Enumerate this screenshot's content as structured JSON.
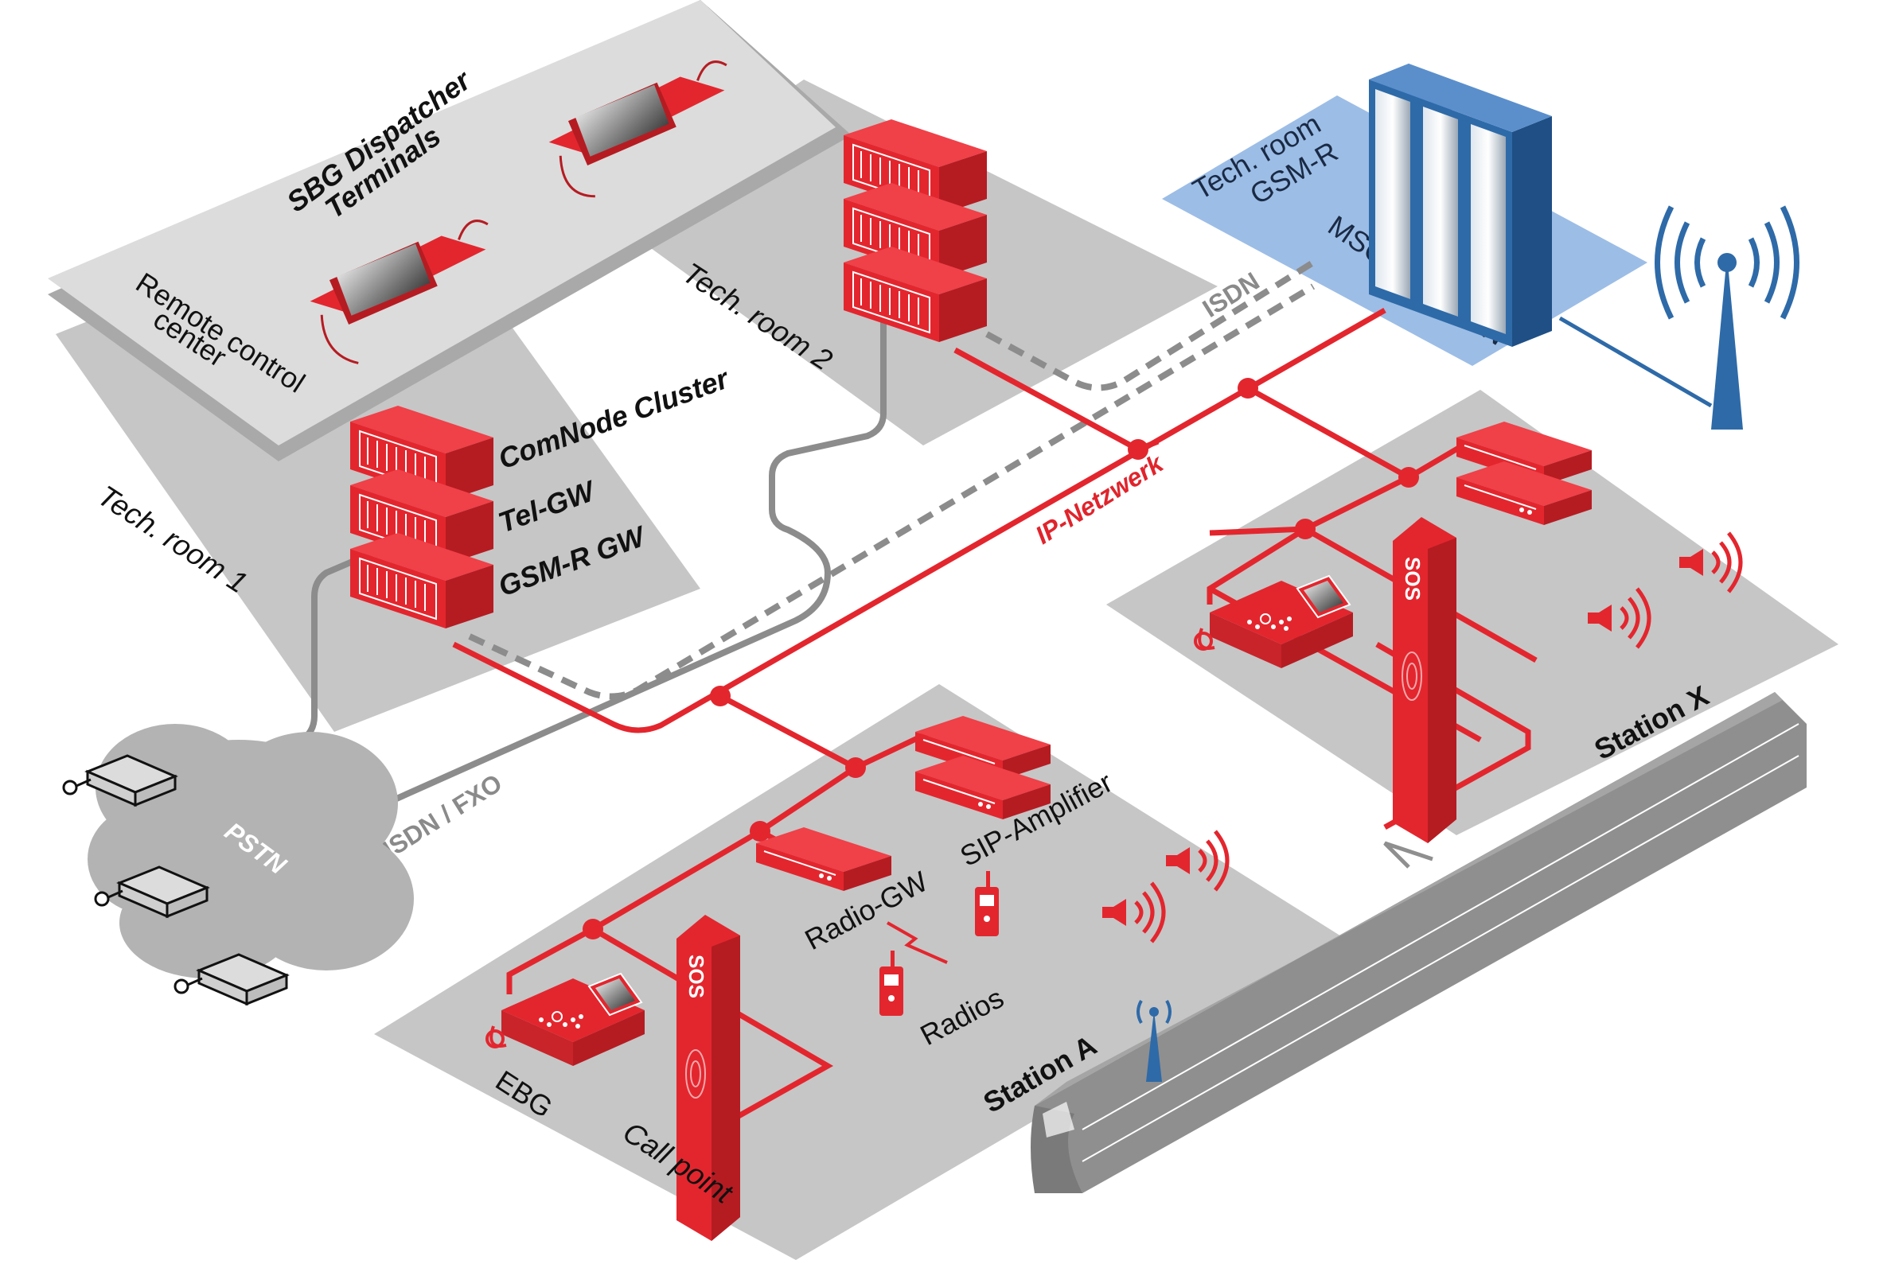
{
  "areas": {
    "remote_center": "Remote control\ncenter",
    "dispatcher": "SBG Dispatcher\nTerminals",
    "tech_room_1": "Tech. room 1",
    "tech_room_2": "Tech. room 2",
    "tech_room_gsmr": "Tech. room\nGSM-R",
    "msc": "MSC, SMSC, IN",
    "station_a": "Station A",
    "station_x": "Station X"
  },
  "devices": {
    "comnode": "ComNode Cluster",
    "telgw": "Tel-GW",
    "gsmrgw": "GSM-R GW",
    "pstn": "PSTN",
    "sip_amp": "SIP-Amplifier",
    "radio_gw": "Radio-GW",
    "radios": "Radios",
    "ebg": "EBG",
    "call_point": "Call point",
    "sos_a": "SOS",
    "sos_x": "SOS"
  },
  "links": {
    "isdn": "ISDN",
    "isdn_fxo": "ISDN / FXO",
    "ip_network": "IP-Netzwerk"
  },
  "colors": {
    "red": "#e3262e",
    "dark_red": "#b51c22",
    "gray_floor": "#c8c8c8",
    "light_floor": "#dcdcdc",
    "blue_room": "#9cbde6",
    "antenna_blue": "#2e6aa8",
    "cable_gray": "#8c8c8c",
    "train_gray": "#8f8f8f"
  }
}
